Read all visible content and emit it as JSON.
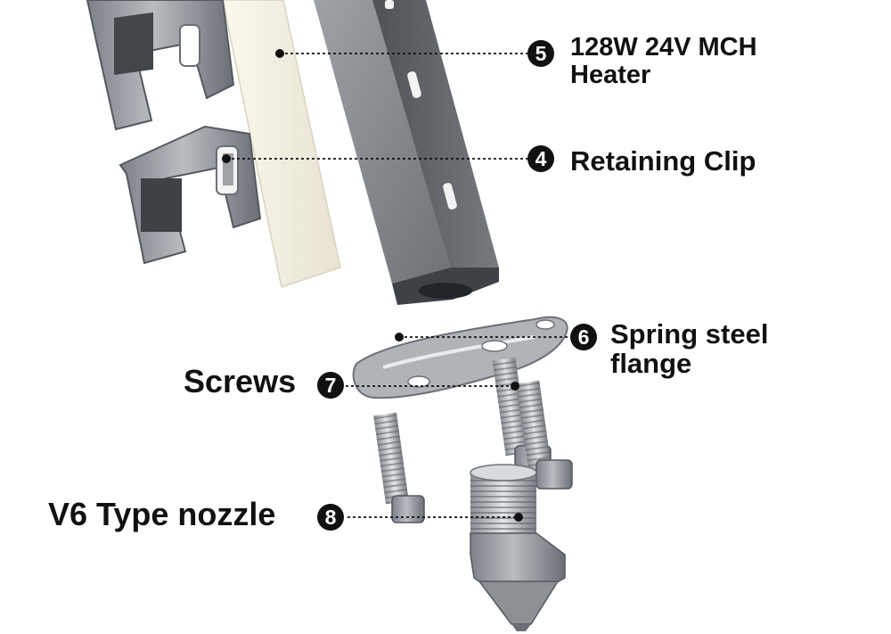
{
  "labels": {
    "heater": {
      "number": "5",
      "text_line1": "128W 24V MCH",
      "text_line2": "Heater"
    },
    "clip": {
      "number": "4",
      "text": "Retaining Clip"
    },
    "flange": {
      "number": "6",
      "text_line1": "Spring steel",
      "text_line2": "flange"
    },
    "screws": {
      "number": "7",
      "text": "Screws"
    },
    "nozzle": {
      "number": "8",
      "text": "V6 Type nozzle"
    }
  },
  "colors": {
    "text": "#111111",
    "badge_bg": "#111111",
    "badge_fg": "#ffffff",
    "metal_dark": "#5f646a",
    "metal_light": "#c9cdd2",
    "ceramic": "#f1ede0"
  }
}
